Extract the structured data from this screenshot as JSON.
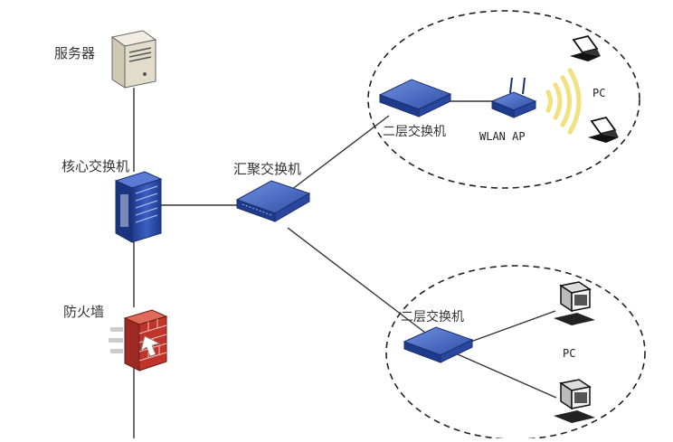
{
  "labels": {
    "server": "服务器",
    "core_switch": "核心交换机",
    "aggregation_switch": "汇聚交换机",
    "firewall": "防火墙",
    "access_switch_top": "二层交换机",
    "access_switch_bottom": "二层交换机",
    "wlan_ap": "WLAN AP",
    "pc_wireless": "PC",
    "pc_wired": "PC"
  },
  "colors": {
    "switch_blue": "#2f4fa8",
    "server_beige": "#e2dccb",
    "firewall_red": "#c0352b",
    "wifi_yellow": "#f3e27a",
    "line": "#333333"
  }
}
